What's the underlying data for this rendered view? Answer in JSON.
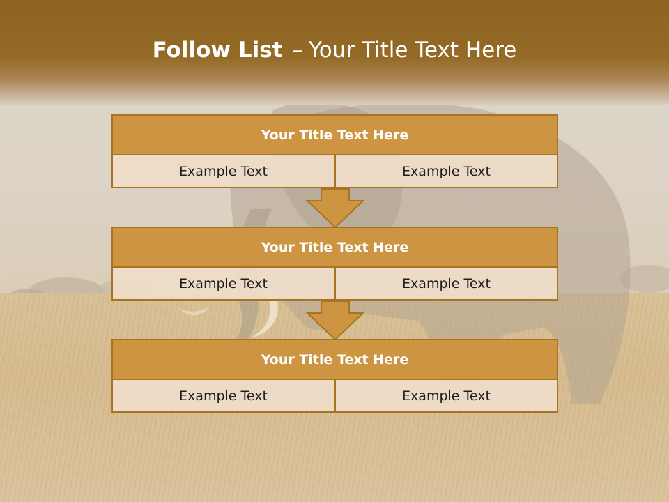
{
  "header": {
    "title_bold": "Follow List",
    "title_sep": "–",
    "title_rest": "Your Title Text Here"
  },
  "flow": {
    "blocks": [
      {
        "title": "Your Title Text Here",
        "left": "Example Text",
        "right": "Example Text"
      },
      {
        "title": "Your Title Text Here",
        "left": "Example Text",
        "right": "Example Text"
      },
      {
        "title": "Your Title Text Here",
        "left": "Example Text",
        "right": "Example Text"
      }
    ],
    "colors": {
      "header_band": "#946a26",
      "block_title_fill": "#cd9442",
      "block_border": "#a97422",
      "cell_fill": "#eedcc8",
      "arrow_fill": "#cd9442"
    }
  },
  "background": {
    "scene": "elephant in savanna grassland"
  }
}
